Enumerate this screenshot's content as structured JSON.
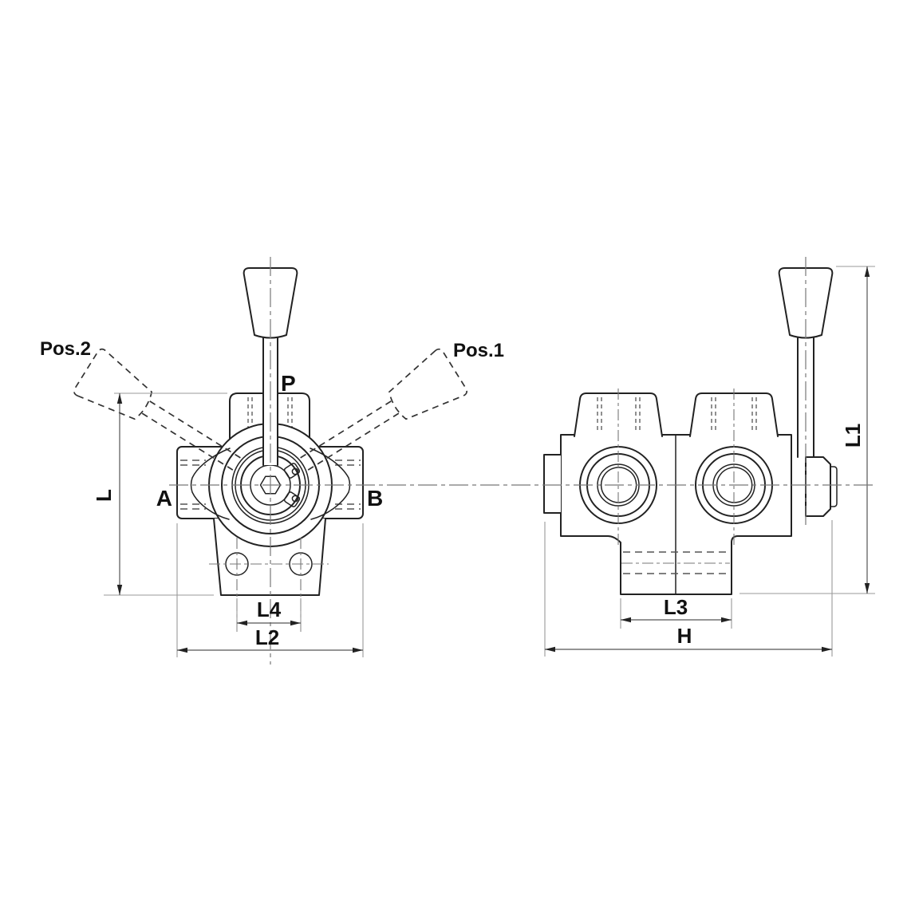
{
  "drawing": {
    "type": "technical-drawing",
    "subject": "3-way hand lever diverter valve, two orthographic views",
    "labels": {
      "pos1": "Pos.1",
      "pos2": "Pos.2",
      "port_p": "P",
      "port_a": "A",
      "port_b": "B"
    },
    "dimensions": {
      "l": "L",
      "l1": "L1",
      "l2": "L2",
      "l3": "L3",
      "l4": "L4",
      "h": "H"
    },
    "colors": {
      "background": "#ffffff",
      "outline": "#222222",
      "dimension_line": "#555555",
      "extension_line": "#999999",
      "centerline": "#777777",
      "text": "#111111"
    }
  }
}
